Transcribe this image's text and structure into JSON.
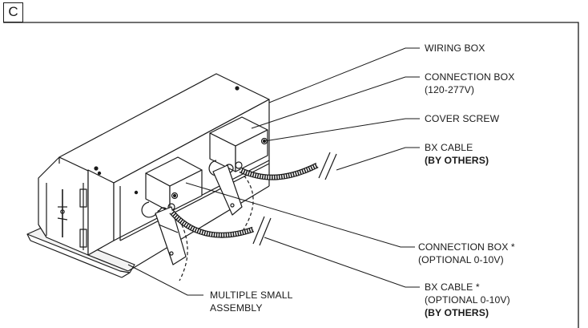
{
  "detail": {
    "letter": "C"
  },
  "callouts": {
    "wiring_box": {
      "text": "WIRING BOX"
    },
    "connection_box": {
      "line1": "CONNECTION BOX",
      "line2": "(120-277V)"
    },
    "cover_screw": {
      "text": "COVER SCREW"
    },
    "bx_cable": {
      "line1": "BX CABLE",
      "line2": "(BY OTHERS)"
    },
    "connection_box_optional": {
      "line1": "CONNECTION BOX *",
      "line2": "(OPTIONAL 0-10V)"
    },
    "bx_cable_optional": {
      "line1": "BX CABLE *",
      "line2": "(OPTIONAL 0-10V)",
      "line3": "(BY OTHERS)"
    },
    "assembly": {
      "line1": "MULTIPLE SMALL",
      "line2": "ASSEMBLY"
    }
  },
  "colors": {
    "line": "#1a1a1a",
    "background": "#ffffff"
  }
}
